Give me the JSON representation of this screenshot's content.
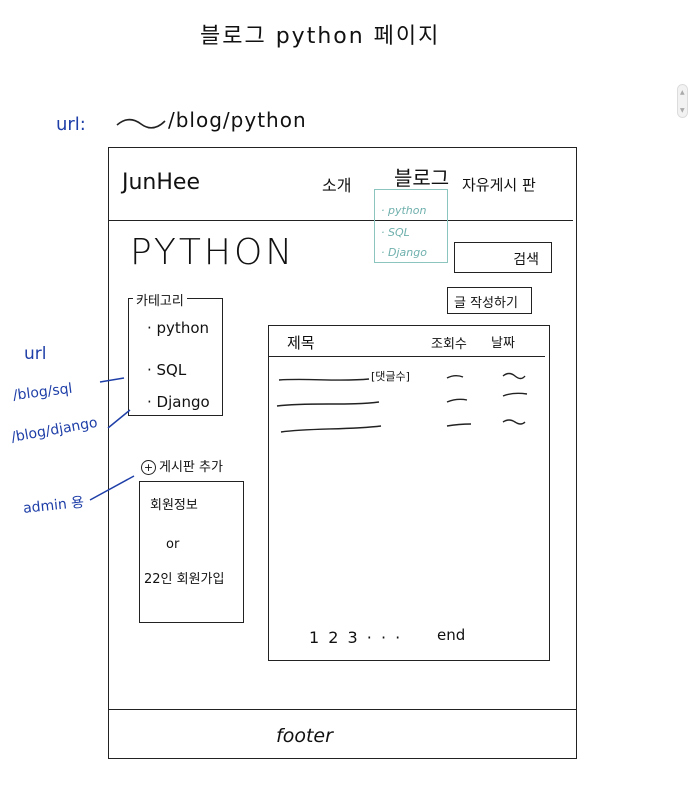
{
  "title": "블로그 python 페이지",
  "url_note": {
    "label": "url:",
    "path": "/blog/python"
  },
  "header": {
    "brand": "JunHee",
    "nav": {
      "intro": "소개",
      "blog": "블로그",
      "board": "자유게시 판"
    },
    "blog_dropdown": [
      "· python",
      "· SQL",
      "· Django"
    ]
  },
  "section_title": "PYTHON",
  "search_label": "검색",
  "write_label": "글 작성하기",
  "category": {
    "label": "카테고리",
    "items": [
      "· python",
      "· SQL",
      "· Django"
    ]
  },
  "annotations": {
    "url_label": "url",
    "url_sql": "/blog/sql",
    "url_django": "/blog/django",
    "admin": "admin 용"
  },
  "add_board_label": "게시판 추가",
  "admin_box": [
    "회원정보",
    "or",
    "22인 회원가입"
  ],
  "board": {
    "columns": {
      "title": "제목",
      "views": "조회수",
      "date": "날짜"
    },
    "comment_tag": "[댓글수]",
    "pagination": "1 2 3 · · ·",
    "end": "end"
  },
  "footer": "footer",
  "colors": {
    "ink": "#222222",
    "annotation_blue": "#1f3fa8",
    "teal": "#6fb0ad"
  }
}
